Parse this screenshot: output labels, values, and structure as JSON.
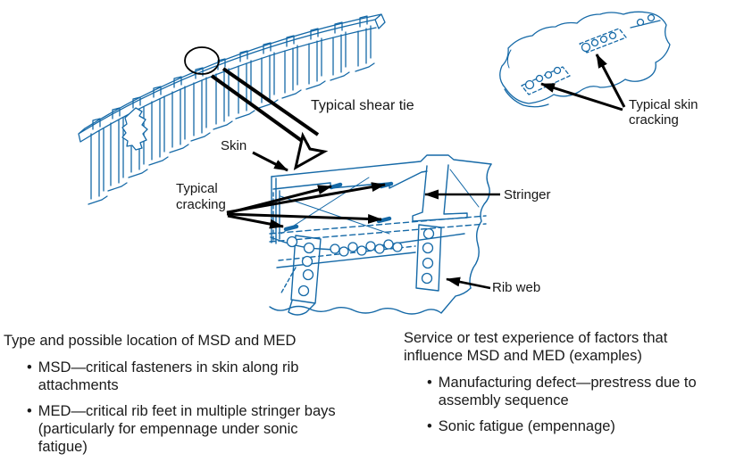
{
  "colors": {
    "line_blue": "#1569a7",
    "ink": "#161616",
    "arrow_black": "#000000"
  },
  "glyphs": {
    "bullet": "•"
  },
  "figure": {
    "labels": {
      "typical_shear_tie": "Typical shear tie",
      "skin": "Skin",
      "typical_cracking": "Typical cracking",
      "stringer": "Stringer",
      "rib_web": "Rib web",
      "typical_skin_cracking": "Typical skin cracking"
    },
    "drawings": [
      "rib-assembly-isometric",
      "shear-tie-detail-section",
      "skin-panel-fragment"
    ]
  },
  "columns": {
    "left": {
      "heading": "Type and possible location of MSD and MED",
      "bullets": [
        "MSD—critical fasteners in skin along rib attachments",
        "MED—critical rib feet in multiple stringer bays (particularly for empennage under sonic fatigue)"
      ]
    },
    "right": {
      "heading": "Service or test experience of factors that influence MSD and MED (examples)",
      "bullets": [
        "Manufacturing defect—prestress due to assembly sequence",
        "Sonic fatigue (empennage)"
      ]
    }
  }
}
